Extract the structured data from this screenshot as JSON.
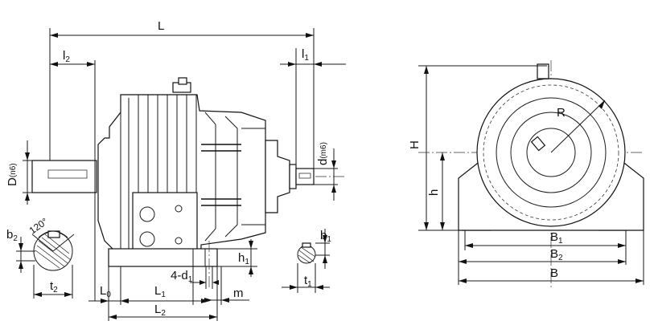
{
  "dims": {
    "L": "L",
    "l2": {
      "main": "l",
      "sub": "2"
    },
    "l1": {
      "main": "l",
      "sub": "1"
    },
    "D": {
      "main": "D",
      "sub": "(n6)"
    },
    "d": {
      "main": "d",
      "sub": "(m6)"
    },
    "b2": {
      "main": "b",
      "sub": "2"
    },
    "b1": {
      "main": "b",
      "sub": "1"
    },
    "angle": "120°",
    "t2": {
      "main": "t",
      "sub": "2"
    },
    "t1": {
      "main": "t",
      "sub": "1"
    },
    "L0": {
      "main": "L",
      "sub": "0"
    },
    "L1": {
      "main": "L",
      "sub": "1"
    },
    "L2": {
      "main": "L",
      "sub": "2"
    },
    "holes": {
      "main": "4-d",
      "sub": "1"
    },
    "h1": {
      "main": "h",
      "sub": "1"
    },
    "m": "m",
    "H": "H",
    "h": "h",
    "R": "R",
    "B1": {
      "main": "B",
      "sub": "1"
    },
    "B2": {
      "main": "B",
      "sub": "2"
    },
    "B": "B"
  }
}
